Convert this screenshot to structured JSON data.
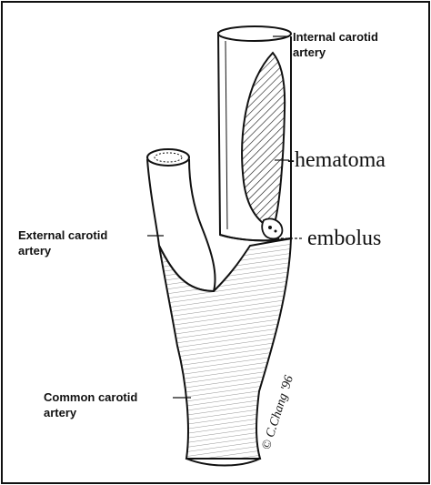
{
  "labels": {
    "internal_carotid_line1": "Internal carotid",
    "internal_carotid_line2": "artery",
    "hematoma": "-hematoma",
    "embolus": "embolus",
    "external_carotid_line1": "External carotid",
    "external_carotid_line2": "artery",
    "common_carotid_line1": "Common carotid",
    "common_carotid_line2": "artery"
  },
  "signature": "© C.Chang '96",
  "colors": {
    "ink": "#111111",
    "background": "#ffffff"
  }
}
